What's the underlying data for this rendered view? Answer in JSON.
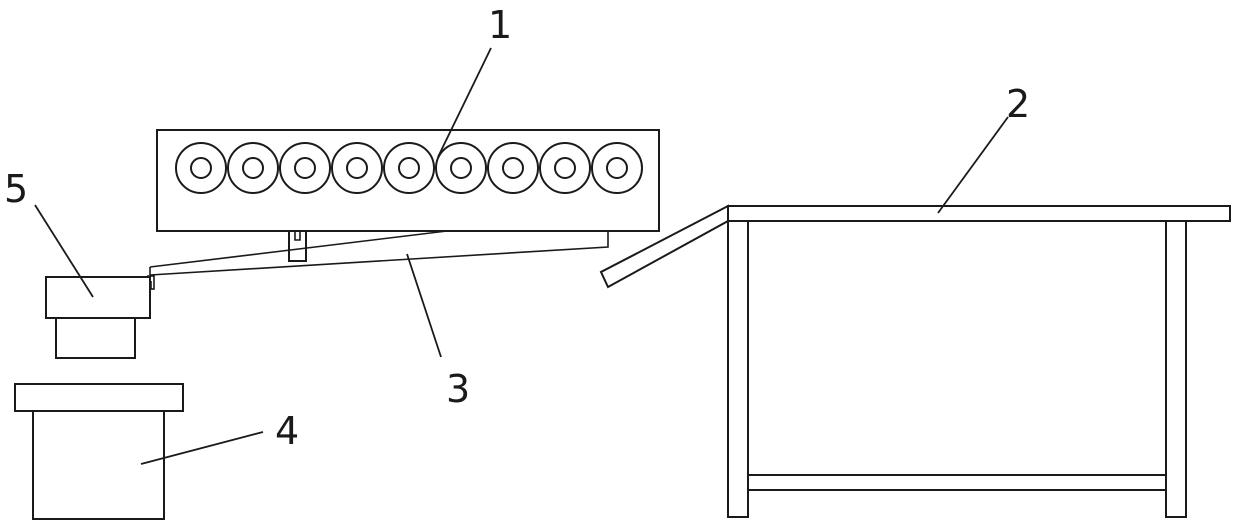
{
  "labels": {
    "roller_row": "1",
    "table": "2",
    "inclined_chute": "3",
    "lower_box": "4",
    "upper_box": "5"
  },
  "roller_count": 9
}
